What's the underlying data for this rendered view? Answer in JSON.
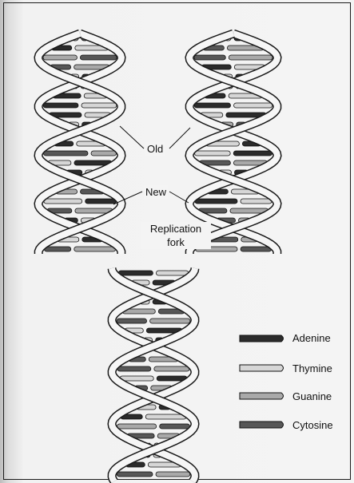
{
  "labels": {
    "old": "Old",
    "new": "New",
    "replication_fork": [
      "Replication",
      "fork"
    ]
  },
  "legend": [
    {
      "name": "Adenine",
      "color": "#2b2b2b"
    },
    {
      "name": "Thymine",
      "color": "#d6d6d6"
    },
    {
      "name": "Guanine",
      "color": "#a9a9a9"
    },
    {
      "name": "Cytosine",
      "color": "#575757"
    }
  ],
  "colors": {
    "strand_fill": "#f6f6f6",
    "strand_edge": "#1a1a1a",
    "background": "#f4f4f4"
  }
}
